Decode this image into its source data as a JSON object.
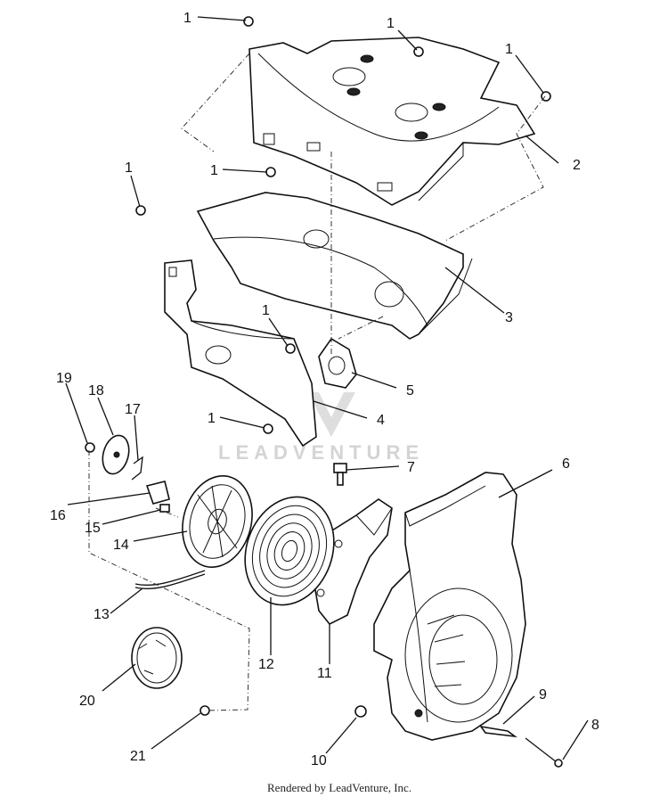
{
  "callouts": {
    "c1a": "1",
    "c1b": "1",
    "c1c": "1",
    "c1d": "1",
    "c1e": "1",
    "c1f": "1",
    "c1g": "1",
    "c2": "2",
    "c3": "3",
    "c4": "4",
    "c5": "5",
    "c6": "6",
    "c7": "7",
    "c8": "8",
    "c9": "9",
    "c10": "10",
    "c11": "11",
    "c12": "12",
    "c13": "13",
    "c14": "14",
    "c15": "15",
    "c16": "16",
    "c17": "17",
    "c18": "18",
    "c19": "19",
    "c20": "20",
    "c21": "21"
  },
  "watermark": "LEADVENTURE",
  "footer": "Rendered by LeadVenture, Inc."
}
